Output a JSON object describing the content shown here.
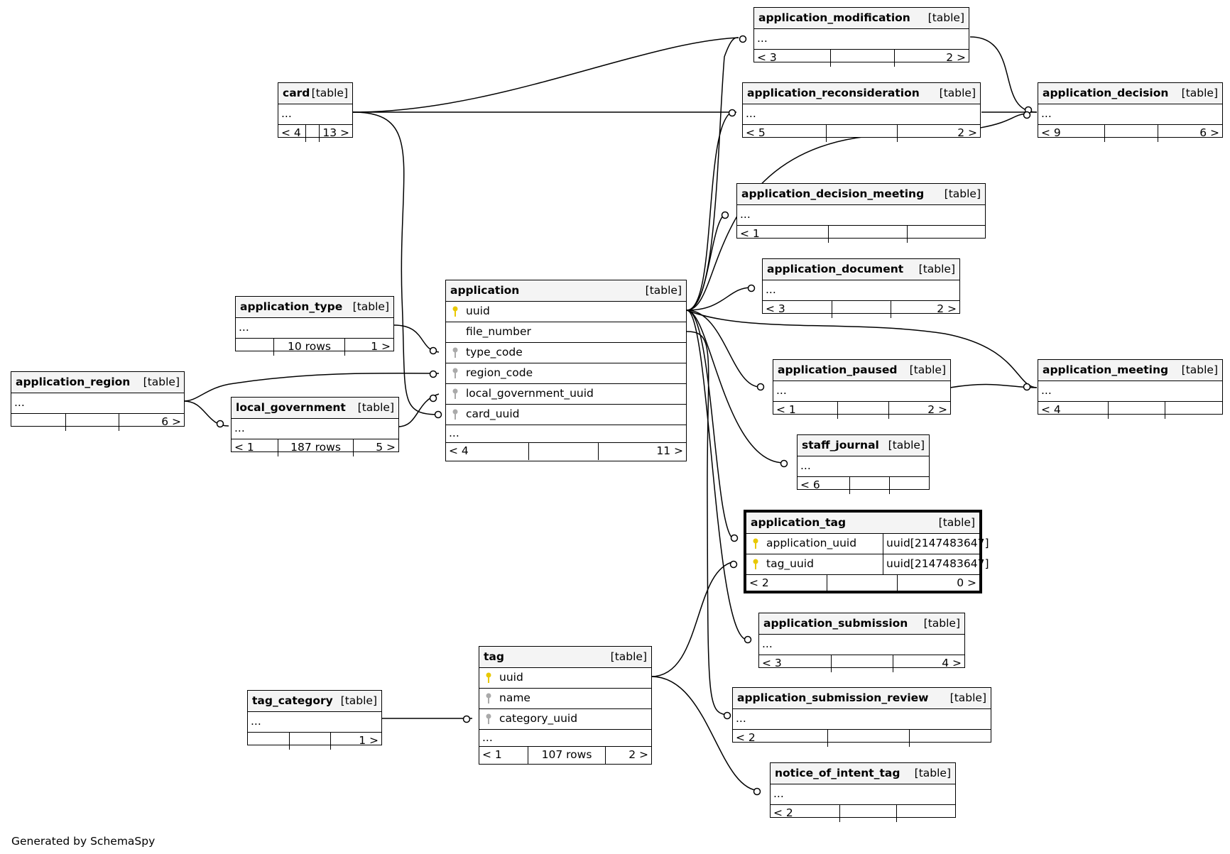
{
  "diagram": {
    "tag_label": "[table]",
    "generated_by": "Generated by SchemaSpy",
    "tables": {
      "application_modification": {
        "name": "application_modification",
        "rows": [
          "..."
        ],
        "footer": [
          "< 3",
          "",
          "2 >"
        ]
      },
      "card": {
        "name": "card",
        "rows": [
          "..."
        ],
        "footer": [
          "< 4",
          "",
          "13 >"
        ]
      },
      "application_reconsideration": {
        "name": "application_reconsideration",
        "rows": [
          "..."
        ],
        "footer": [
          "< 5",
          "",
          "2 >"
        ]
      },
      "application_decision": {
        "name": "application_decision",
        "rows": [
          "..."
        ],
        "footer": [
          "< 9",
          "",
          "6 >"
        ]
      },
      "application_decision_meeting": {
        "name": "application_decision_meeting",
        "rows": [
          "..."
        ],
        "footer": [
          "< 1",
          "",
          ""
        ]
      },
      "application_document": {
        "name": "application_document",
        "rows": [
          "..."
        ],
        "footer": [
          "< 3",
          "",
          "2 >"
        ]
      },
      "application": {
        "name": "application",
        "rows": [
          "uuid",
          "file_number",
          "type_code",
          "region_code",
          "local_government_uuid",
          "card_uuid",
          "..."
        ],
        "footer": [
          "< 4",
          "",
          "11 >"
        ]
      },
      "application_type": {
        "name": "application_type",
        "rows": [
          "..."
        ],
        "footer": [
          "",
          "10 rows",
          "1 >"
        ]
      },
      "application_region": {
        "name": "application_region",
        "rows": [
          "..."
        ],
        "footer": [
          "",
          "",
          "6 >"
        ]
      },
      "local_government": {
        "name": "local_government",
        "rows": [
          "..."
        ],
        "footer": [
          "< 1",
          "187 rows",
          "5 >"
        ]
      },
      "application_paused": {
        "name": "application_paused",
        "rows": [
          "..."
        ],
        "footer": [
          "< 1",
          "",
          "2 >"
        ]
      },
      "application_meeting": {
        "name": "application_meeting",
        "rows": [
          "..."
        ],
        "footer": [
          "< 4",
          "",
          ""
        ]
      },
      "staff_journal": {
        "name": "staff_journal",
        "rows": [
          "..."
        ],
        "footer": [
          "< 6",
          "",
          ""
        ]
      },
      "application_tag": {
        "name": "application_tag",
        "rows": [
          "application_uuid",
          "tag_uuid"
        ],
        "types": [
          "uuid[2147483647]",
          "uuid[2147483647]"
        ],
        "footer": [
          "< 2",
          "",
          "0 >"
        ]
      },
      "application_submission": {
        "name": "application_submission",
        "rows": [
          "..."
        ],
        "footer": [
          "< 3",
          "",
          "4 >"
        ]
      },
      "tag": {
        "name": "tag",
        "rows": [
          "uuid",
          "name",
          "category_uuid",
          "..."
        ],
        "footer": [
          "< 1",
          "107 rows",
          "2 >"
        ]
      },
      "tag_category": {
        "name": "tag_category",
        "rows": [
          "..."
        ],
        "footer": [
          "",
          "",
          "1 >"
        ]
      },
      "application_submission_review": {
        "name": "application_submission_review",
        "rows": [
          "..."
        ],
        "footer": [
          "< 2",
          "",
          ""
        ]
      },
      "notice_of_intent_tag": {
        "name": "notice_of_intent_tag",
        "rows": [
          "..."
        ],
        "footer": [
          "< 2",
          "",
          ""
        ]
      }
    }
  }
}
